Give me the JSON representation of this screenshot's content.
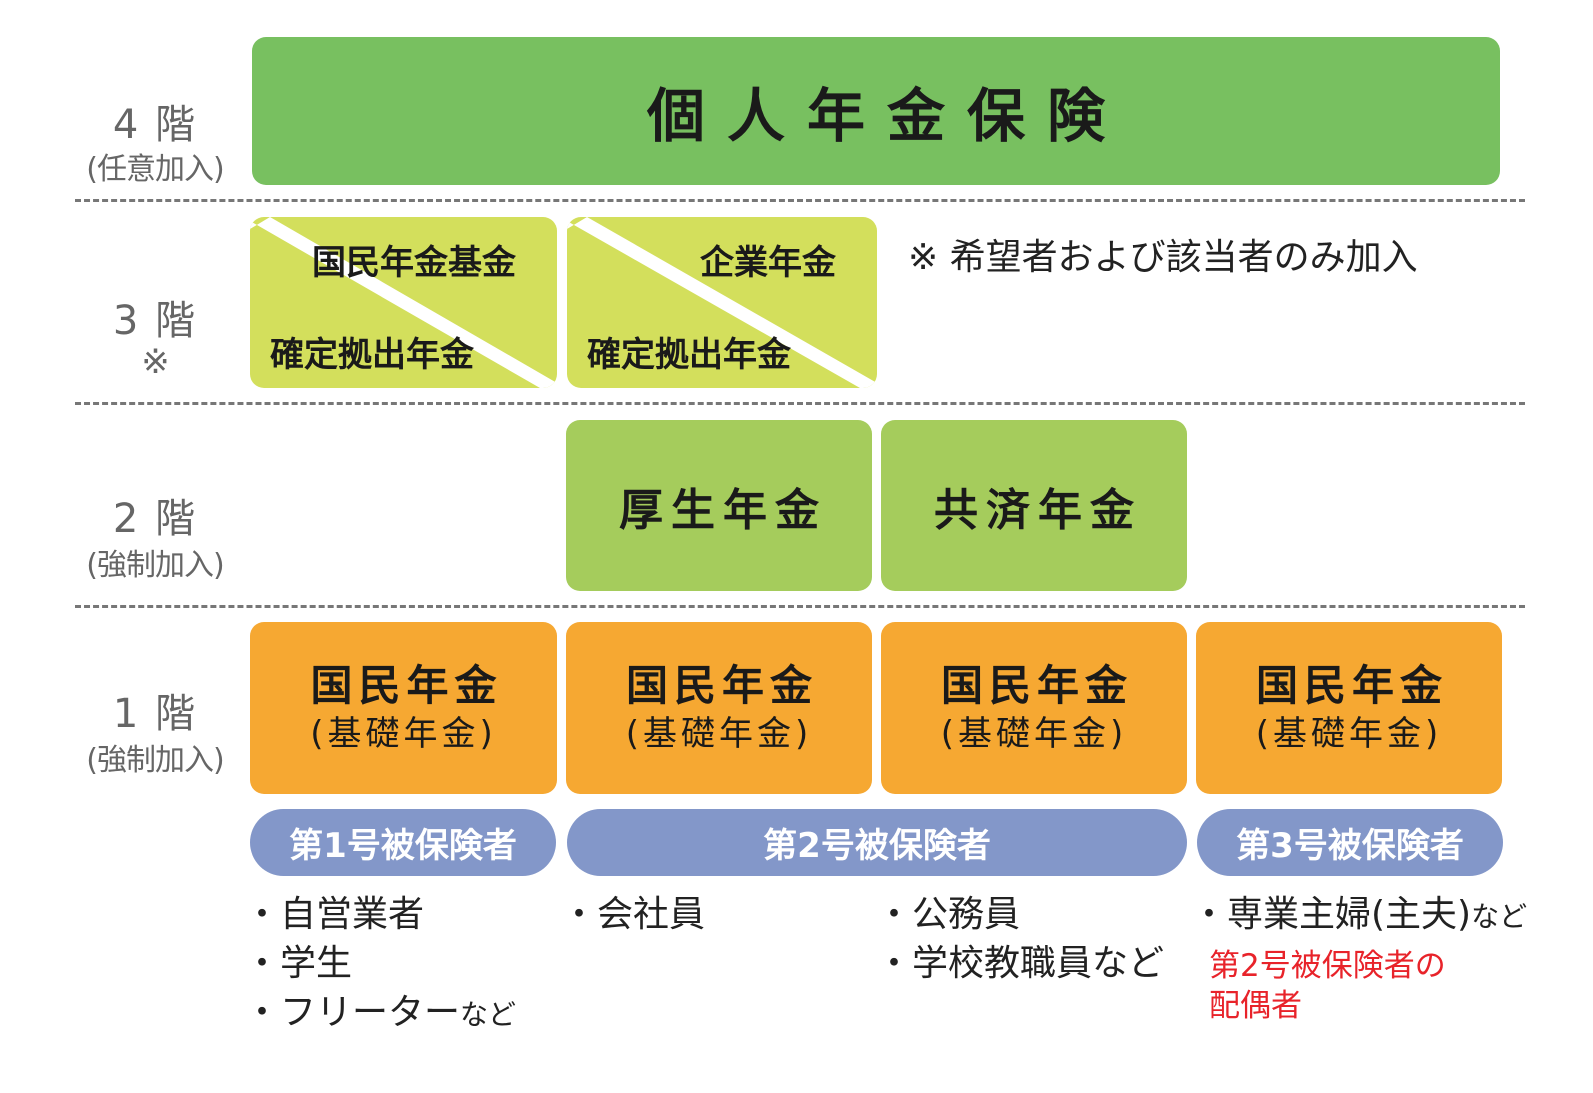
{
  "floors": {
    "f4": {
      "num": "4 階",
      "sub": "(任意加入)"
    },
    "f3": {
      "num": "3 階",
      "sub": "※"
    },
    "f2": {
      "num": "2 階",
      "sub": "(強制加入)"
    },
    "f1": {
      "num": "1 階",
      "sub": "(強制加入)"
    }
  },
  "tier4": {
    "title": "個人年金保険"
  },
  "tier3": {
    "box1": {
      "top": "国民年金基金",
      "bottom": "確定拠出年金"
    },
    "box2": {
      "top": "企業年金",
      "bottom": "確定拠出年金"
    },
    "note": "※ 希望者および該当者のみ加入"
  },
  "tier2": {
    "box1": "厚生年金",
    "box2": "共済年金"
  },
  "tier1": {
    "main": "国民年金",
    "sub": "(基礎年金)"
  },
  "insured": {
    "p1": "第1号被保険者",
    "p2": "第2号被保険者",
    "p3": "第3号被保険者"
  },
  "categories": {
    "c1": {
      "l1": "・自営業者",
      "l2": "・学生",
      "l3": "・フリーター",
      "l3_suffix": "など"
    },
    "c2": {
      "l1": "・会社員"
    },
    "c3": {
      "l1": "・公務員",
      "l2": "・学校教職員など"
    },
    "c4": {
      "l1": "・専業主婦(主夫)",
      "l1_suffix": "など",
      "red_l1": "第2号被保険者の",
      "red_l2": "配偶者"
    }
  },
  "colors": {
    "tier4_green": "#78c060",
    "tier2_green": "#a5cc5c",
    "tier3_lime": "#d3df5c",
    "tier1_orange": "#f6a832",
    "pill_blue": "#8397c9",
    "note_red": "#e8232a"
  }
}
